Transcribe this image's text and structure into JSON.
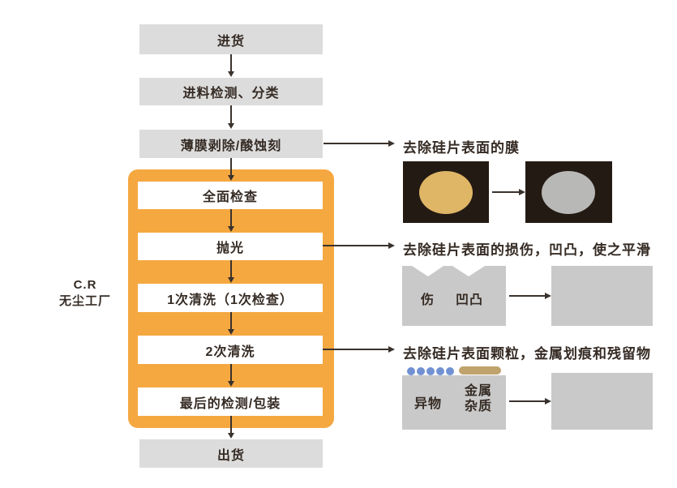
{
  "palette": {
    "step_gray": "#dcdcdc",
    "step_white": "#ffffff",
    "cleanroom_orange": "#f5a840",
    "text_dark": "#352b24",
    "arrow": "#3a322c",
    "wafer_panel_dark": "#241a14",
    "wafer_gold": "#dfb566",
    "wafer_silver": "#b8b8b6",
    "slab_gray": "#c9c9c9",
    "particle_blue": "#7191d3",
    "metal_tan": "#c0a36c"
  },
  "flow": {
    "steps": [
      "进货",
      "进料检测、分类",
      "薄膜剥除/酸蚀刻",
      "全面检查",
      "抛光",
      "1次清洗（1次检查）",
      "2次清洗",
      "最后的检测/包装",
      "出货"
    ],
    "cleanroom_label": {
      "line1": "C.R",
      "line2": "无尘工厂"
    }
  },
  "annotations": [
    {
      "text": "去除硅片表面的膜"
    },
    {
      "text": "去除硅片表面的损伤，凹凸，使之平滑"
    },
    {
      "text": "去除硅片表面颗粒，金属划痕和残留物"
    }
  ],
  "illustrations": {
    "film": {
      "before_icon": "coated-wafer-icon",
      "after_icon": "bare-wafer-icon"
    },
    "polish": {
      "damage": "伤",
      "uneven": "凹凸"
    },
    "clean": {
      "foreign": "异物",
      "metal_line1": "金属",
      "metal_line2": "杂质"
    }
  }
}
